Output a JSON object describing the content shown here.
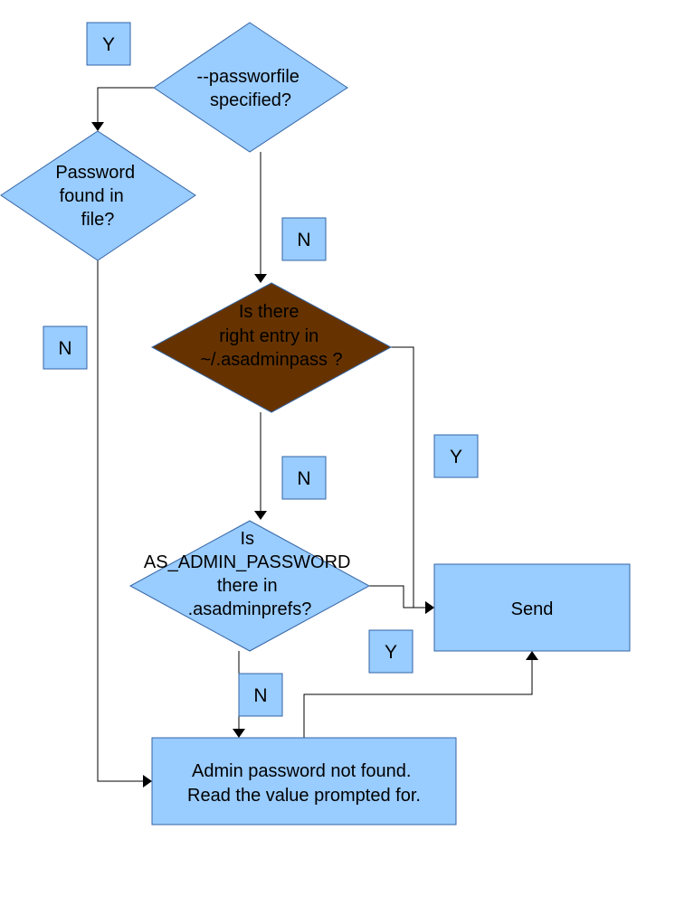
{
  "colors": {
    "shape_fill": "#99ccff",
    "shape_stroke": "#3465a4",
    "highlight_fill": "#663300",
    "line": "#000000",
    "text": "#000000",
    "background": "#ffffff"
  },
  "nodes": {
    "passwordfile_decision": [
      "--passworfile",
      "specified?"
    ],
    "password_found_decision": [
      "Password",
      "found in",
      "file?"
    ],
    "asadminpass_decision": [
      "Is there",
      "right entry in",
      "~/.asadminpass ?"
    ],
    "asadminprefs_decision": [
      "Is",
      "AS_ADMIN_PASSWORD",
      "there in",
      ".asadminprefs?"
    ],
    "send_box": [
      "Send"
    ],
    "prompt_box": [
      "Admin password not found.",
      "Read the value prompted for."
    ]
  },
  "tags": {
    "y_passwordfile": "Y",
    "n_passwordfile": "N",
    "n_password_found": "N",
    "n_asadminpass": "N",
    "y_asadminpass": "Y",
    "y_asadminprefs": "Y",
    "n_asadminprefs": "N"
  }
}
